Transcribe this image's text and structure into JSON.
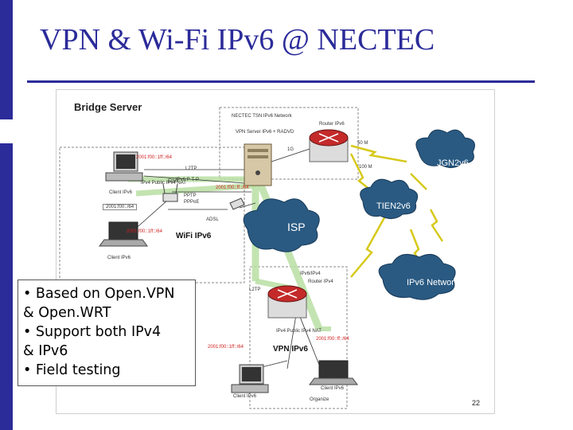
{
  "slide": {
    "title": "VPN & Wi-Fi IPv6 @ NECTEC",
    "page_number": "22",
    "accent_color": "#2b2b9a"
  },
  "diagram": {
    "heading": "Bridge Server",
    "labels": {
      "nectec_network": "NECTEC TSN IPv6 Network",
      "vpn_server": "VPN Server IPv6 + RADVD",
      "router_ipv6": "Router IPv6",
      "link_1g": "1G",
      "link_50m": "50 M",
      "link_100m": "100 M",
      "prefix_1": "2001:f00::1ff::/64",
      "l2tp": "L2TP",
      "ipv6_ptp": "IPv6 P-T-P",
      "prefix_2": "2001:f00::ff::/64",
      "pptp": "PPTP",
      "client_ipv6": "Client IPv6",
      "ipv4_public": "IPv4 Public IPv4 NAT",
      "pppoe": "PPPoE",
      "eth0": "Eth0",
      "prefix_3": "2001:f00::/64",
      "adsl": "ADSL",
      "prefix_4": "2001:f00::1ff::/64",
      "wifi_ipv6": "WiFi IPv6",
      "client_ipv6_2": "Client IPv6",
      "jgn2v6": "JGN2v6",
      "tien2v6": "TIEN2v6",
      "isp": "ISP",
      "ipv6_network": "IPv6 Network",
      "l2tp_2": "L2TP",
      "ipv6_ipv4": "IPv6/IPv4",
      "router_ipv4": "Router IPv4",
      "ipv4_public_2": "IPv4 Public IPv4 NAT",
      "prefix_5": "2001:f00::1ff::/64",
      "prefix_6": "2001:f00::ff::/64",
      "vpn_ipv6": "VPN IPv6",
      "client_ipv6_3": "Client IPv6",
      "client_ipv6_4": "Client IPv6",
      "organize": "Organize"
    }
  },
  "bullets": [
    "• Based on Open.VPN",
    "& Open.WRT",
    "• Support both IPv4",
    "& IPv6",
    "• Field testing"
  ]
}
